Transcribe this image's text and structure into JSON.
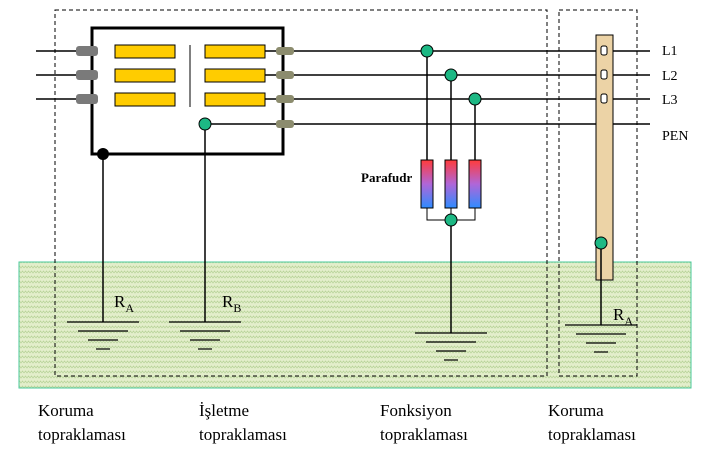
{
  "lines": [
    {
      "id": "l1",
      "label": "L1"
    },
    {
      "id": "l2",
      "label": "L2"
    },
    {
      "id": "l3",
      "label": "L3"
    },
    {
      "id": "pen",
      "label": "PEN"
    }
  ],
  "arrester": {
    "label": "Parafudr"
  },
  "resistors": {
    "ra_left": {
      "main": "R",
      "sub": "A"
    },
    "rb": {
      "main": "R",
      "sub": "B"
    },
    "ra_right": {
      "main": "R",
      "sub": "A"
    }
  },
  "captions": [
    {
      "line1": "Koruma",
      "line2": "topraklaması"
    },
    {
      "line1": "İşletme",
      "line2": "topraklaması"
    },
    {
      "line1": "Fonksiyon",
      "line2": "topraklaması"
    },
    {
      "line1": "Koruma",
      "line2": "topraklaması"
    }
  ],
  "colors": {
    "ground": "#e3eecb",
    "ground_border": "#49c99b",
    "fuse": "#ffcc00",
    "node": "#1db884",
    "rail": "#ecd3a6"
  }
}
